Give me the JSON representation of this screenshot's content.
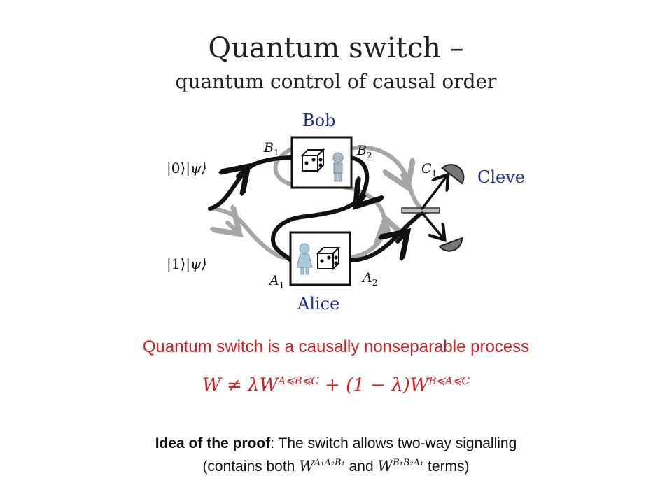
{
  "title": {
    "line1": "Quantum switch –",
    "line2": "quantum control of causal order"
  },
  "diagram": {
    "bob": "Bob",
    "alice": "Alice",
    "cleve": "Cleve",
    "labels": {
      "b1": "B",
      "b1_sub": "1",
      "b2": "B",
      "b2_sub": "2",
      "a1": "A",
      "a1_sub": "1",
      "a2": "A",
      "a2_sub": "2",
      "c1": "C",
      "c1_sub": "1"
    },
    "input0": {
      "ket": "|0⟩",
      "state": "|ψ⟩"
    },
    "input1": {
      "ket": "|1⟩",
      "state": "|ψ⟩"
    }
  },
  "statement": "Quantum switch is a causally nonseparable process",
  "formula": {
    "w": "W",
    "neq": " ≠ λ",
    "w1": "W",
    "sup1": "A≼B≼C",
    "mid": " + (1 − λ)",
    "w2": "W",
    "sup2": "B≼A≼C"
  },
  "proof": {
    "bold": "Idea of the proof",
    "rest": ": The switch allows two-way signalling",
    "line2_a": "(contains both ",
    "w_a": "W",
    "sup_a": "A₁A₂B₁",
    "line2_b": " and ",
    "w_b": "W",
    "sup_b": "B₁B₂A₁",
    "line2_c": " terms)"
  },
  "colors": {
    "accent_red": "#d21e1e",
    "name_blue": "#1f2d9f",
    "path_dark": "#111111",
    "path_gray": "#a6a6a6"
  }
}
